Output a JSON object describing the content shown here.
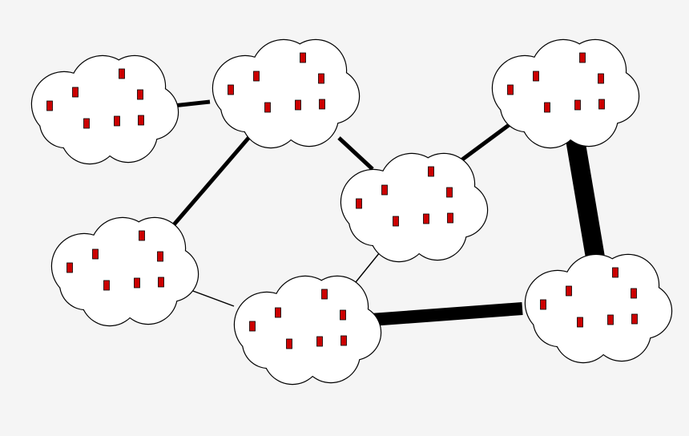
{
  "colors": {
    "background": "#f5f5f5",
    "cloud_fill": "#ffffff",
    "cloud_stroke": "#000000",
    "node_fill": "#cc0000",
    "edge": "#000000"
  },
  "clouds": [
    {
      "id": "c1",
      "nodes": 7
    },
    {
      "id": "c2",
      "nodes": 7
    },
    {
      "id": "c3",
      "nodes": 7
    },
    {
      "id": "c4",
      "nodes": 7
    },
    {
      "id": "c5",
      "nodes": 7
    },
    {
      "id": "c6",
      "nodes": 7
    },
    {
      "id": "c7",
      "nodes": 7
    }
  ],
  "links": [
    {
      "from": "c1",
      "to": "c2",
      "weight": "medium"
    },
    {
      "from": "c2",
      "to": "c4",
      "weight": "medium"
    },
    {
      "from": "c2",
      "to": "c5",
      "weight": "medium"
    },
    {
      "from": "c5",
      "to": "c3",
      "weight": "medium"
    },
    {
      "from": "c4",
      "to": "c6",
      "weight": "thin"
    },
    {
      "from": "c5",
      "to": "c6",
      "weight": "thin"
    },
    {
      "from": "c6",
      "to": "c7",
      "weight": "heavy"
    },
    {
      "from": "c3",
      "to": "c7",
      "weight": "very-heavy"
    }
  ]
}
